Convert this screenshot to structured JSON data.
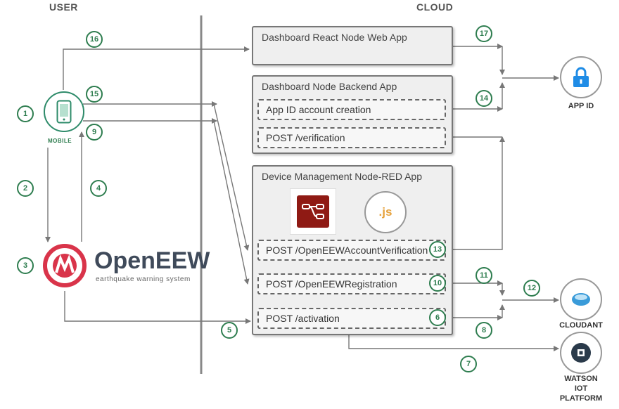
{
  "headers": {
    "user": "USER",
    "cloud": "CLOUD"
  },
  "mobile": {
    "label": "MOBILE"
  },
  "openeew": {
    "name": "OpenEEW",
    "tagline": "earthquake warning system"
  },
  "apps": {
    "dashboard_web": {
      "title": "Dashboard React Node Web App"
    },
    "backend": {
      "title": "Dashboard Node Backend App",
      "endpoints": [
        "App ID account creation",
        "POST /verification"
      ]
    },
    "device_mgmt": {
      "title": "Device Management Node-RED App",
      "js_label": ".js",
      "endpoints": [
        "POST /OpenEEWAccountVerification",
        "POST /OpenEEWRegistration",
        "POST /activation"
      ]
    }
  },
  "services": {
    "app_id": {
      "label": "APP ID"
    },
    "cloudant": {
      "label": "CLOUDANT"
    },
    "watson_iot": {
      "label_lines": [
        "WATSON",
        "IOT",
        "PLATFORM"
      ]
    }
  },
  "steps": {
    "s1": "1",
    "s2": "2",
    "s3": "3",
    "s4": "4",
    "s5": "5",
    "s6": "6",
    "s7": "7",
    "s8": "8",
    "s9": "9",
    "s10": "10",
    "s11": "11",
    "s12": "12",
    "s13": "13",
    "s14": "14",
    "s15": "15",
    "s16": "16",
    "s17": "17"
  },
  "colors": {
    "step_green": "#2e7d4f",
    "openeew_red": "#d9344a",
    "app_id_blue": "#1f8ce6",
    "cloudant_blue": "#3a9bd9",
    "watson_dark": "#2a3a4a",
    "nodered_red": "#8f1a14",
    "js_orange": "#e6a23c"
  }
}
